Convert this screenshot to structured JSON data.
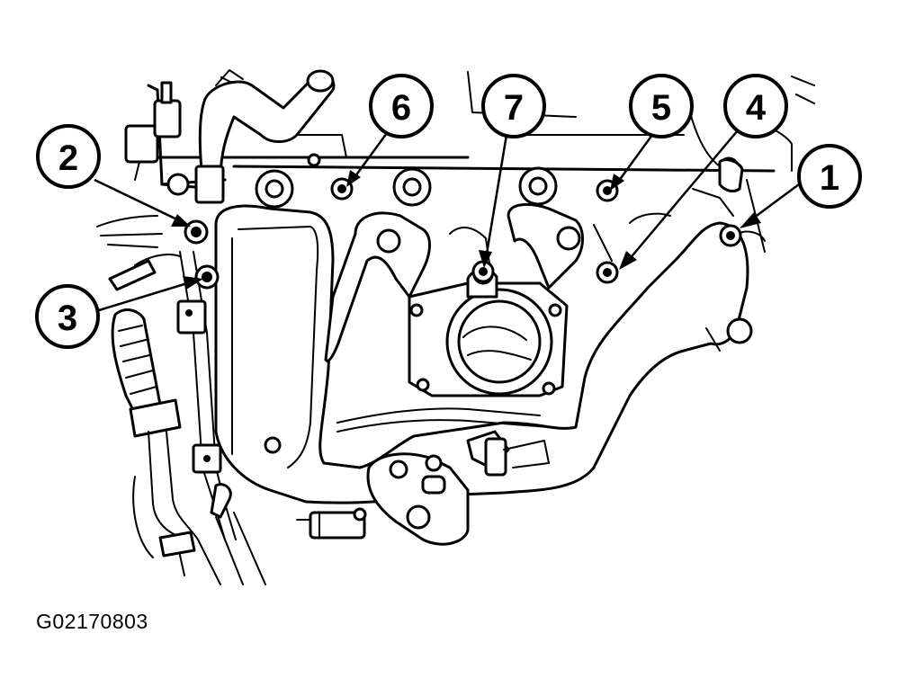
{
  "figure_id": "G02170803",
  "callouts": [
    "1",
    "2",
    "3",
    "4",
    "5",
    "6",
    "7"
  ],
  "colors": {
    "line": "#000000",
    "background": "#ffffff"
  }
}
